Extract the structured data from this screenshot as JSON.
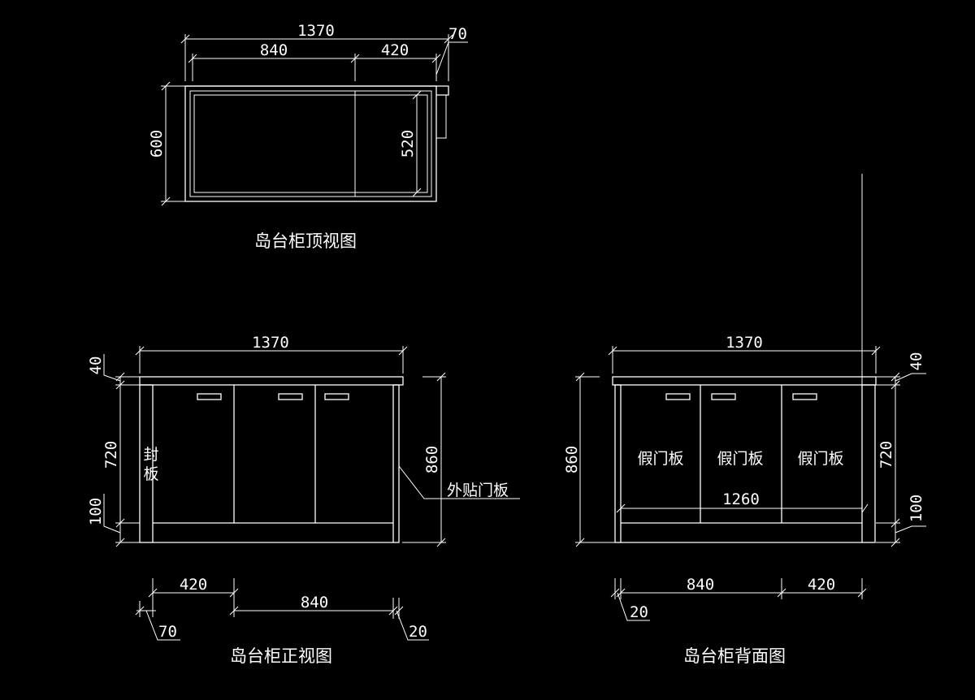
{
  "top_view": {
    "title": "岛台柜顶视图",
    "dim_total": "1370",
    "dim_left": "840",
    "dim_right": "420",
    "dim_overhang": "70",
    "dim_depth": "600",
    "dim_inner_depth": "520"
  },
  "front_view": {
    "title": "岛台柜正视图",
    "dim_total": "1370",
    "dim_top": "40",
    "dim_body": "720",
    "dim_base": "100",
    "dim_height": "860",
    "side_panel_label_1": "封",
    "side_panel_label_2": "板",
    "door_note": "外贴门板",
    "dim_bottom_left": "420",
    "dim_bottom_right": "840",
    "dim_left_offset": "70",
    "dim_right_offset": "20"
  },
  "back_view": {
    "title": "岛台柜背面图",
    "dim_total": "1370",
    "dim_top": "40",
    "dim_body": "720",
    "dim_base": "100",
    "dim_height": "860",
    "fake_door_1": "假门板",
    "fake_door_2": "假门板",
    "fake_door_3": "假门板",
    "dim_inner": "1260",
    "dim_bottom_left": "840",
    "dim_bottom_right": "420",
    "dim_left_offset": "20"
  }
}
